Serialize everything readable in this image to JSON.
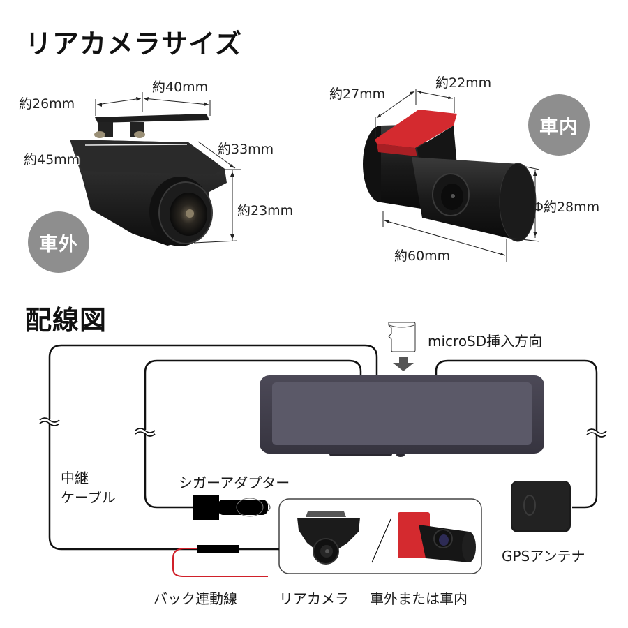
{
  "sections": {
    "size_title": "リアカメラサイズ",
    "wiring_title": "配線図"
  },
  "exterior_camera": {
    "badge": "車外",
    "dimensions": {
      "width_top": "約40mm",
      "depth_top": "約26mm",
      "length": "約45mm",
      "depth_side": "約33mm",
      "height": "約23mm"
    }
  },
  "interior_camera": {
    "badge": "車内",
    "dimensions": {
      "mount_depth": "約27mm",
      "mount_width": "約22mm",
      "diameter": "Φ約28mm",
      "length": "約60mm"
    }
  },
  "wiring": {
    "microsd_label": "microSD挿入方向",
    "relay_cable_line1": "中継",
    "relay_cable_line2": "ケーブル",
    "cigar_adapter": "シガーアダプター",
    "reverse_wire": "バック連動線",
    "rear_camera": "リアカメラ",
    "rear_camera_note": "車外または車内",
    "gps_antenna": "GPSアンテナ"
  },
  "colors": {
    "wire": "#111111",
    "reverse_wire": "#d0202a",
    "badge": "#8e8e8e",
    "mirror_body": "#45424f",
    "mirror_screen": "#5a5866",
    "adhesive_pad": "#d42a2f"
  }
}
